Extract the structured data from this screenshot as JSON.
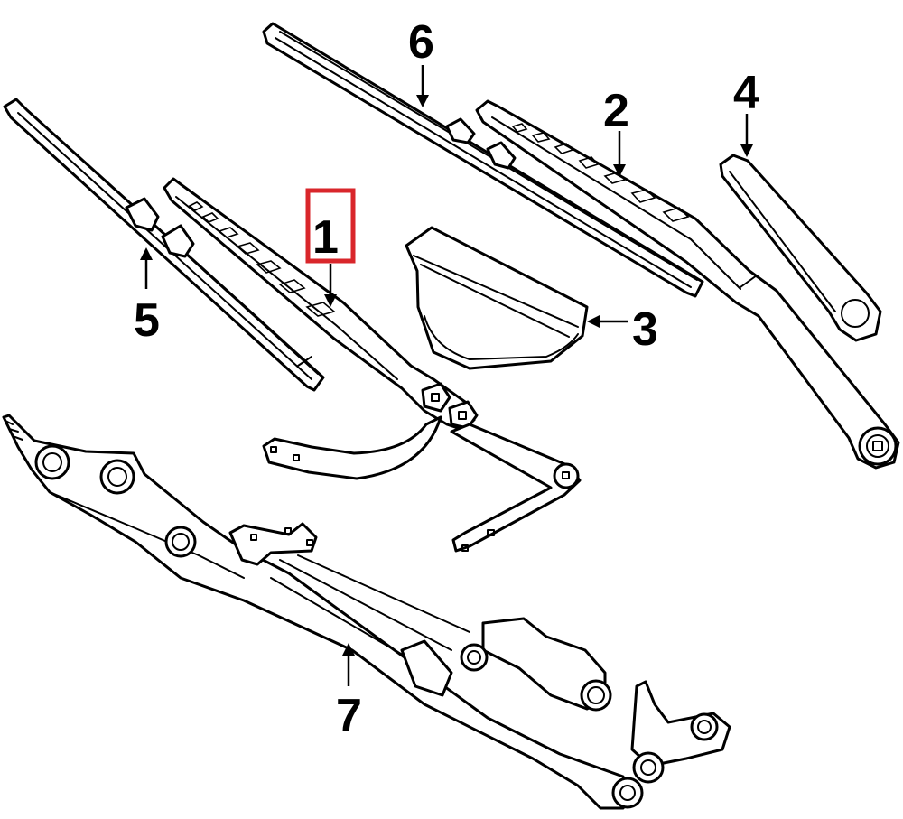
{
  "diagram": {
    "type": "exploded-parts-diagram",
    "subject": "windshield wiper system",
    "highlight_color": "#d9262b",
    "line_color": "#000000",
    "background": "#ffffff",
    "highlighted_callout": "1",
    "callouts": [
      {
        "id": "1",
        "label": "1",
        "part": "wiper-arm-left",
        "highlighted": true
      },
      {
        "id": "2",
        "label": "2",
        "part": "wiper-arm-right",
        "highlighted": false
      },
      {
        "id": "3",
        "label": "3",
        "part": "cowl-cap",
        "highlighted": false
      },
      {
        "id": "4",
        "label": "4",
        "part": "arm-cover-cap",
        "highlighted": false
      },
      {
        "id": "5",
        "label": "5",
        "part": "wiper-blade-left",
        "highlighted": false
      },
      {
        "id": "6",
        "label": "6",
        "part": "wiper-blade-right",
        "highlighted": false
      },
      {
        "id": "7",
        "label": "7",
        "part": "wiper-linkage-motor-assembly",
        "highlighted": false
      }
    ]
  }
}
